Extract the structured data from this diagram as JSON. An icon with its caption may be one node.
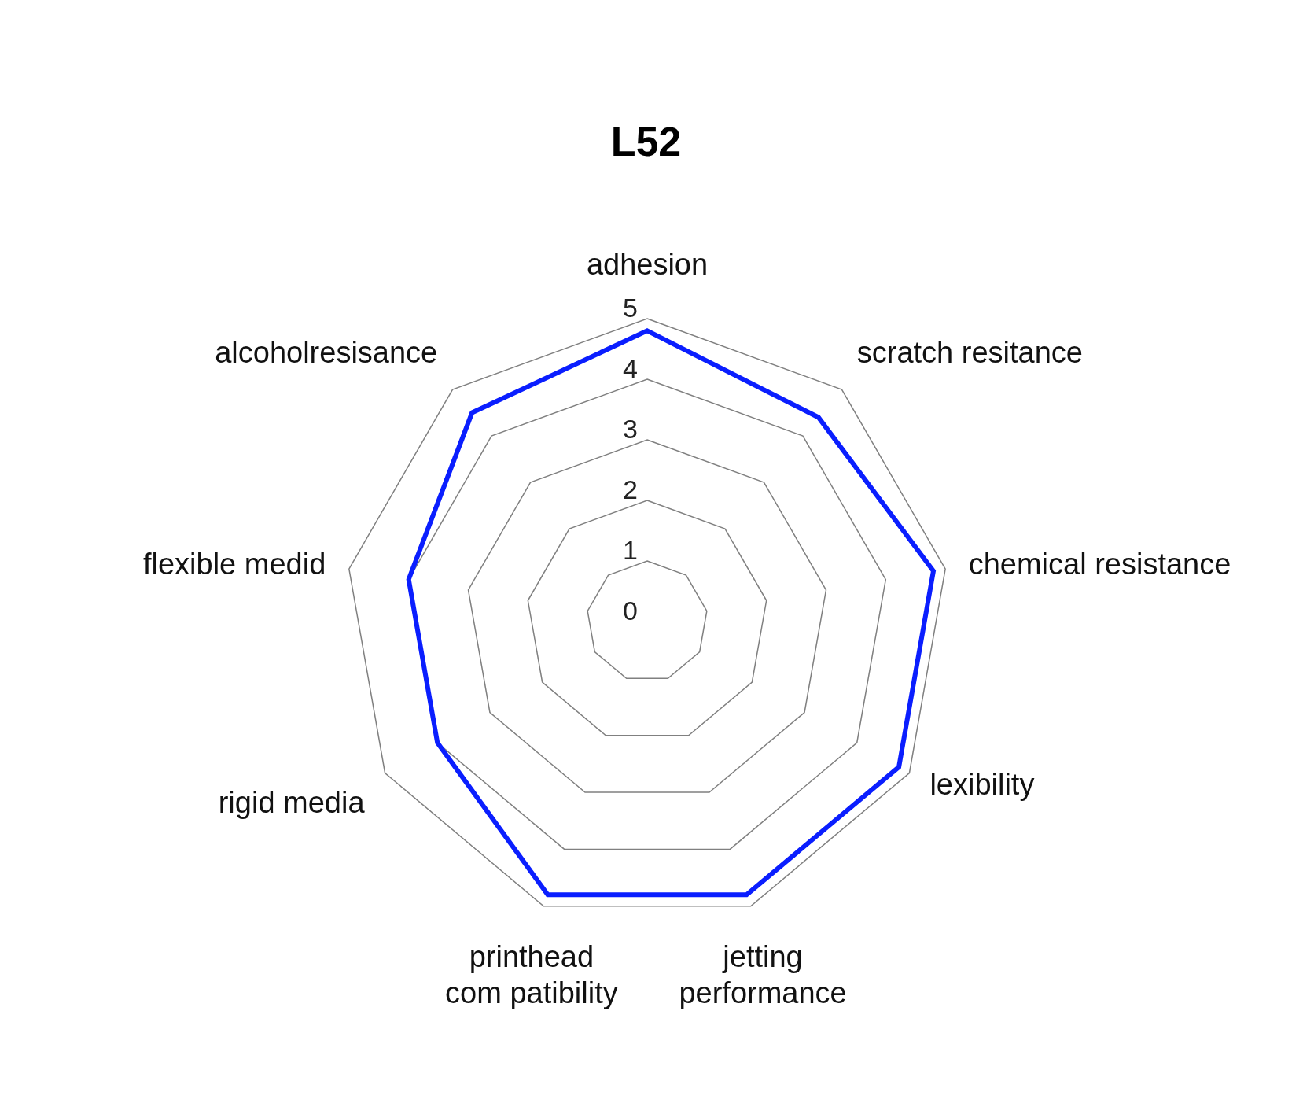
{
  "diagram": {
    "title": "L52",
    "chart_data": {
      "type": "radar",
      "ylim": [
        0,
        5
      ],
      "yticks": [
        0,
        1,
        2,
        3,
        4,
        5
      ],
      "categories": [
        "adhesion",
        "scratch resitance",
        "chemical resistance",
        "lexibility",
        "jetting performance",
        "printhead com patibility",
        "rigid media",
        "flexible medid",
        "alcoholresisance"
      ],
      "series": [
        {
          "color": "#0a1eff",
          "values": [
            4.8,
            4.4,
            4.8,
            4.8,
            4.8,
            4.8,
            4.0,
            4.0,
            4.5
          ]
        }
      ]
    }
  }
}
